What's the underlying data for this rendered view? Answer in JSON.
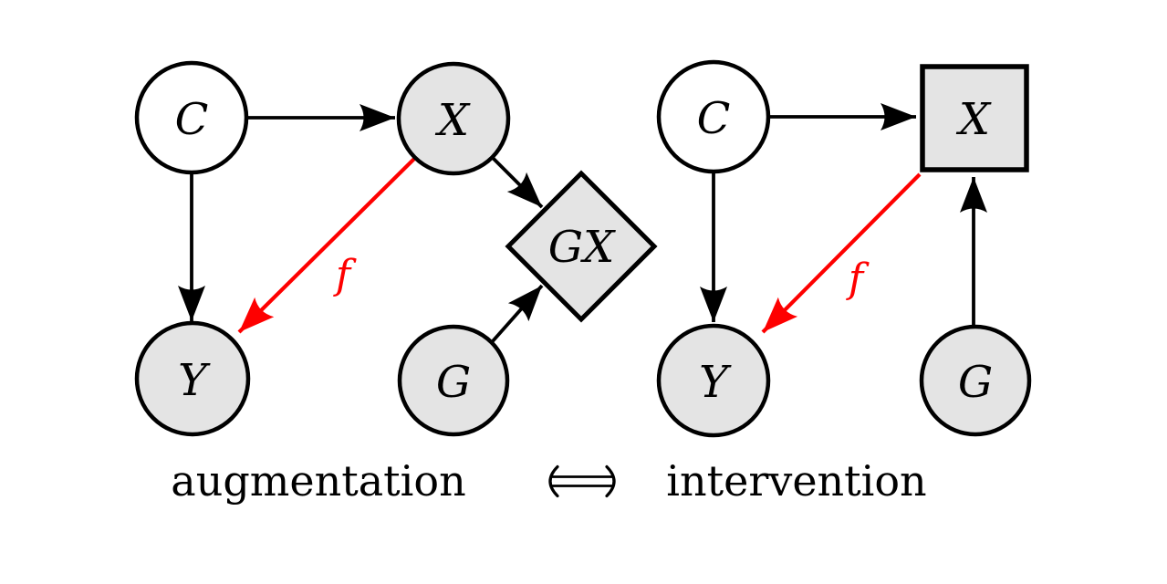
{
  "colors": {
    "gray_fill": "#e4e4e4",
    "white_fill": "#ffffff",
    "black": "#000000",
    "red": "#fe0000"
  },
  "left_graph": {
    "caption": "augmentation",
    "nodes": {
      "C": {
        "label": "C",
        "shape": "circle",
        "filled": false
      },
      "X": {
        "label": "X",
        "shape": "circle",
        "filled": true
      },
      "Y": {
        "label": "Y",
        "shape": "circle",
        "filled": true
      },
      "G": {
        "label": "G",
        "shape": "circle",
        "filled": true
      },
      "GX": {
        "label": "GX",
        "shape": "diamond",
        "filled": true
      }
    },
    "edges": [
      "C->X",
      "C->Y",
      "X->GX",
      "G->GX",
      "X->Y (f, red)"
    ],
    "edge_label_f": "f"
  },
  "right_graph": {
    "caption": "intervention",
    "nodes": {
      "C": {
        "label": "C",
        "shape": "circle",
        "filled": false
      },
      "X": {
        "label": "X",
        "shape": "square",
        "filled": true
      },
      "Y": {
        "label": "Y",
        "shape": "circle",
        "filled": true
      },
      "G": {
        "label": "G",
        "shape": "circle",
        "filled": true
      }
    },
    "edges": [
      "C->X",
      "C->Y",
      "G->X",
      "X->Y (f, red)"
    ],
    "edge_label_f": "f"
  },
  "relation": {
    "icon": "long-double-arrow-iff",
    "glyph": "⟺"
  }
}
